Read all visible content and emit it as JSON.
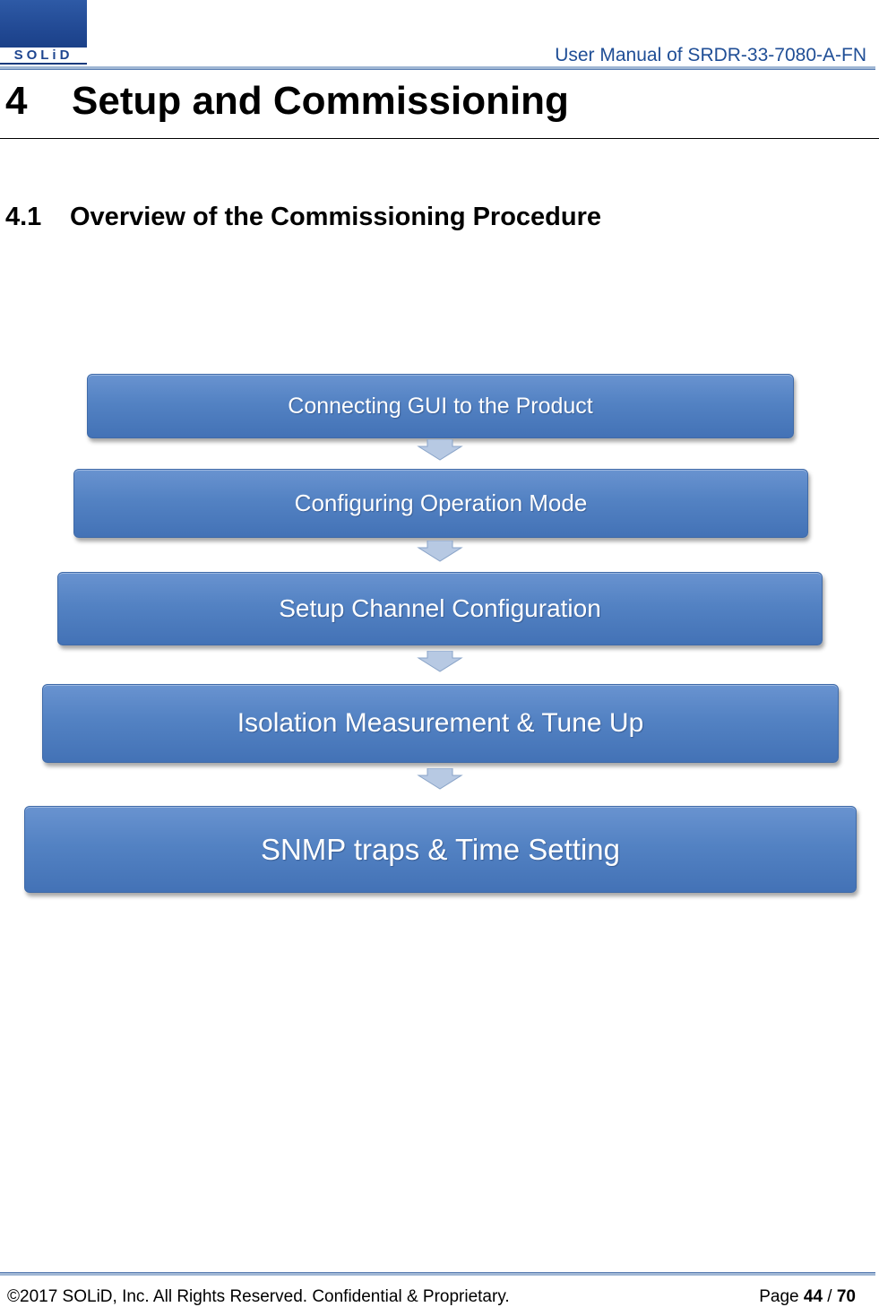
{
  "header": {
    "logo_text": "SOLiD",
    "title": "User Manual of SRDR-33-7080-A-FN"
  },
  "chapter": {
    "number": "4",
    "title": "Setup and Commissioning"
  },
  "section": {
    "number": "4.1",
    "title": "Overview of the Commissioning Procedure"
  },
  "flowchart": {
    "steps": [
      {
        "label": "Connecting GUI to the Product"
      },
      {
        "label": "Configuring Operation Mode"
      },
      {
        "label": "Setup Channel Configuration"
      },
      {
        "label": "Isolation Measurement & Tune Up"
      },
      {
        "label": "SNMP traps & Time Setting"
      }
    ],
    "colors": {
      "box": "#5382c3",
      "arrow": "#b7c9e3"
    }
  },
  "footer": {
    "copyright": "©2017 SOLiD, Inc. All Rights Reserved. Confidential & Proprietary.",
    "page_label": "Page",
    "page_current": "44",
    "page_sep": "/",
    "page_total": "70"
  }
}
